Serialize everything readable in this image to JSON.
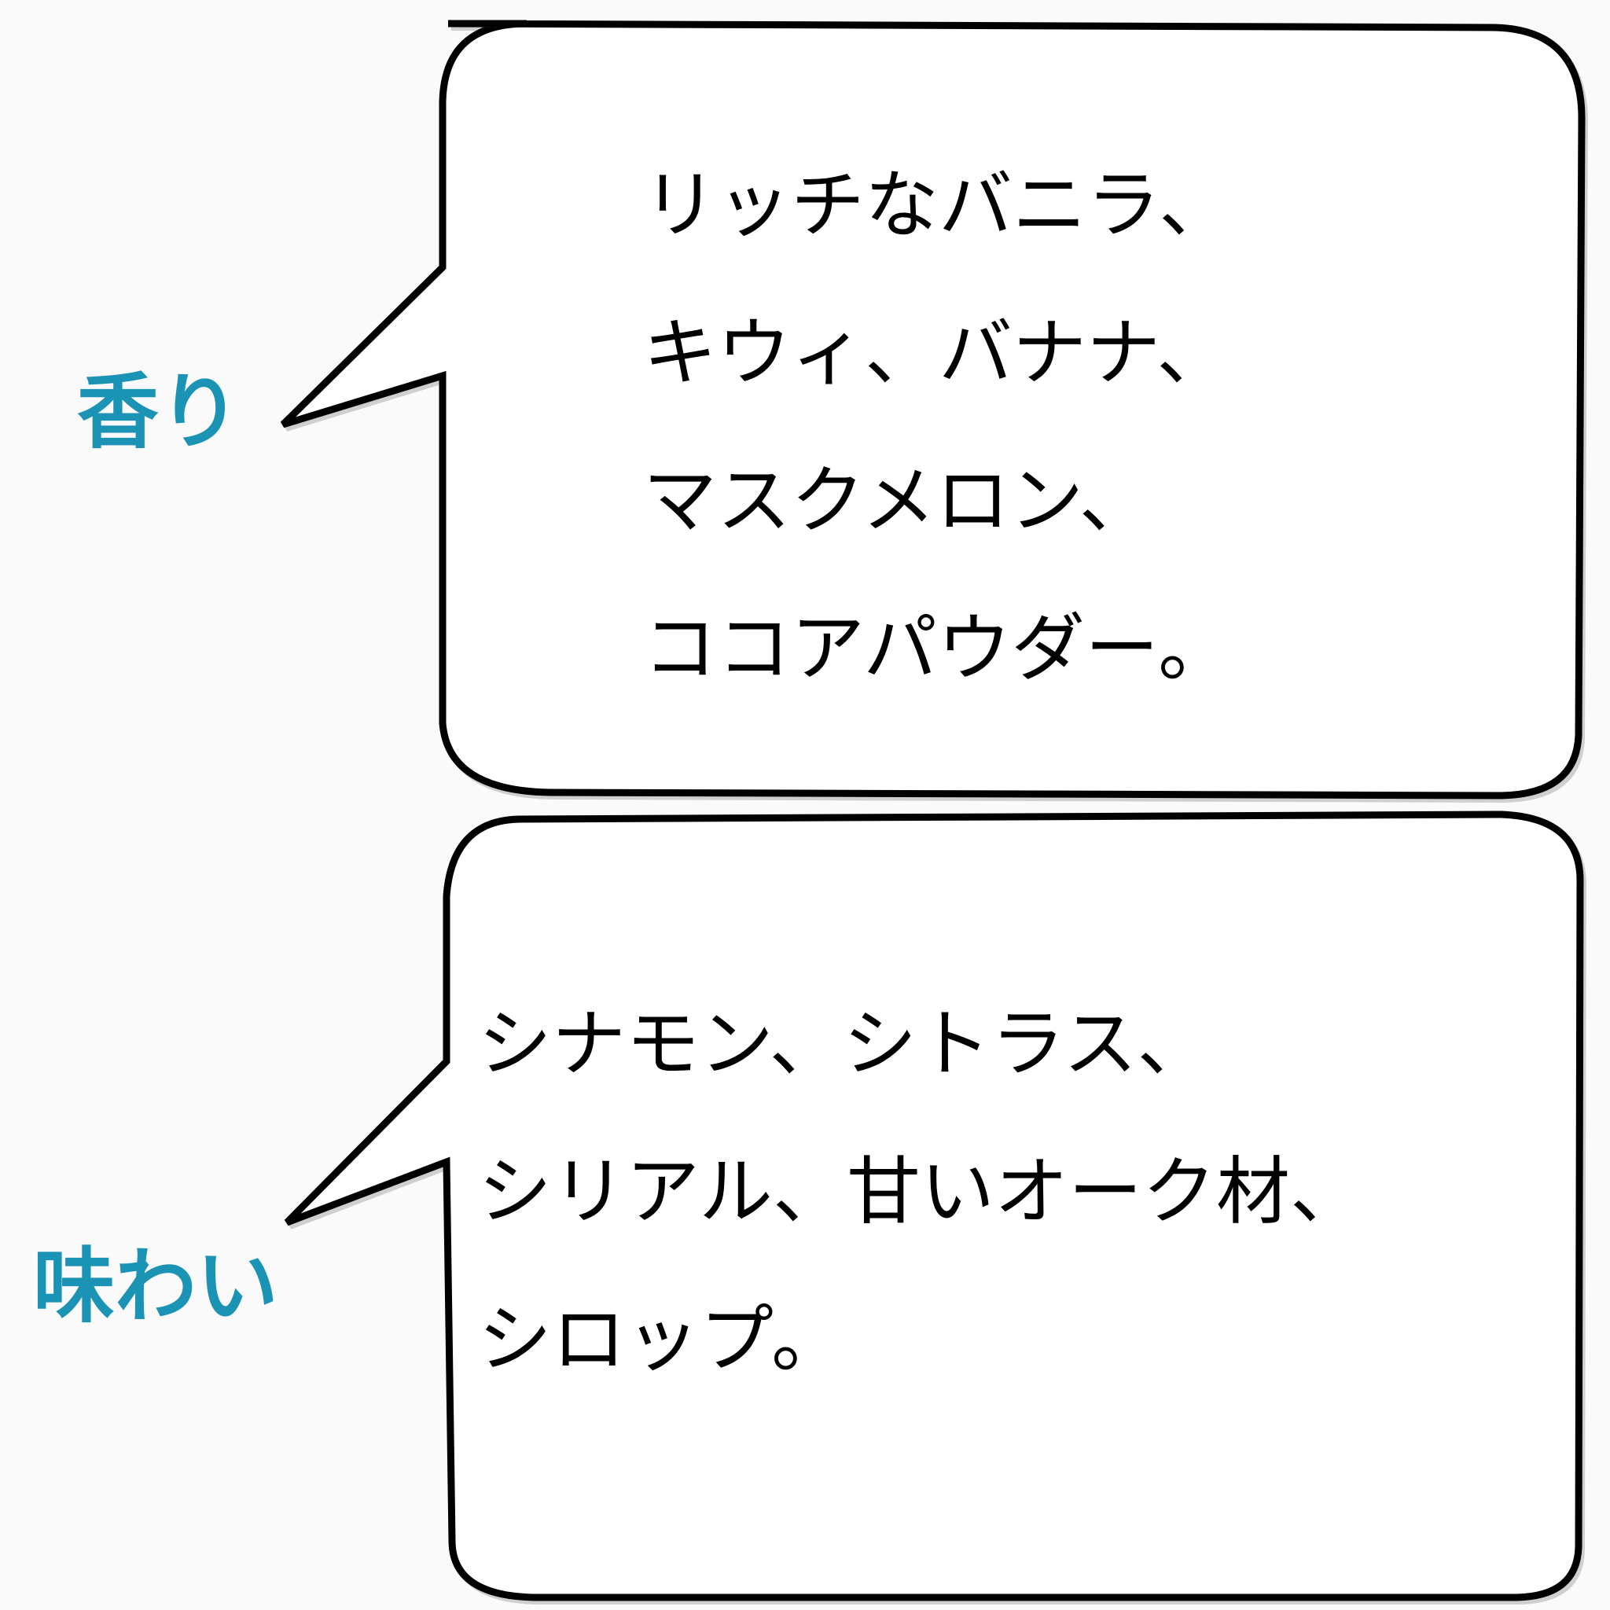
{
  "colors": {
    "background": "#fafafa",
    "label": "#1a93b5",
    "bubble_fill": "#ffffff",
    "bubble_stroke": "#000000",
    "text": "#000000"
  },
  "aroma": {
    "label": "香り",
    "lines": [
      "リッチなバニラ、",
      "キウィ、バナナ、",
      "マスクメロン、",
      "ココアパウダー。"
    ]
  },
  "taste": {
    "label": "味わい",
    "lines": [
      "シナモン、シトラス、",
      "シリアル、甘いオーク材、",
      "シロップ。"
    ]
  }
}
